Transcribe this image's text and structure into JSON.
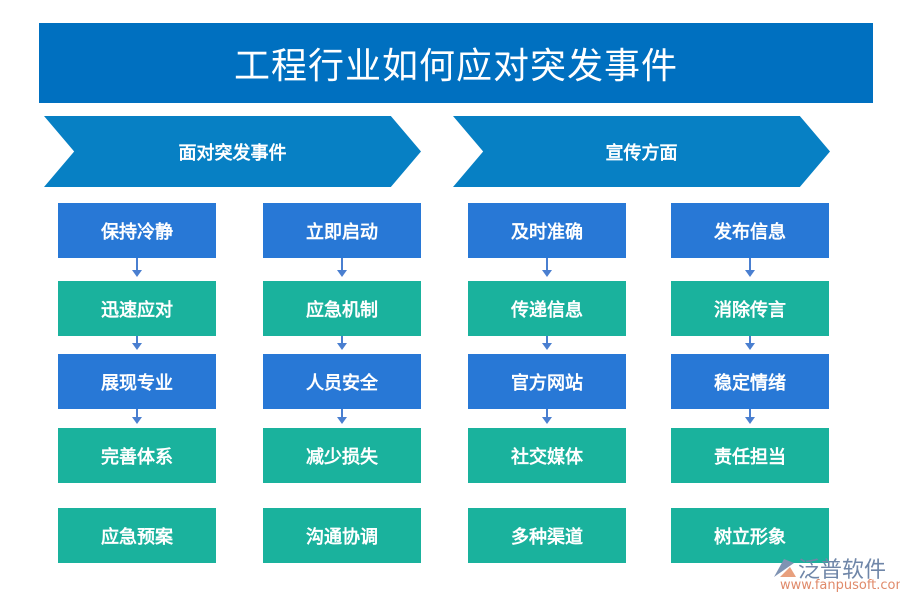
{
  "title": "工程行业如何应对突发事件",
  "sections": [
    {
      "label": "面对突发事件"
    },
    {
      "label": "宣传方面"
    }
  ],
  "columns": [
    [
      "保持冷静",
      "迅速应对",
      "展现专业",
      "完善体系",
      "应急预案"
    ],
    [
      "立即启动",
      "应急机制",
      "人员安全",
      "减少损失",
      "沟通协调"
    ],
    [
      "及时准确",
      "传递信息",
      "官方网站",
      "社交媒体",
      "多种渠道"
    ],
    [
      "发布信息",
      "消除传言",
      "稳定情绪",
      "责任担当",
      "树立形象"
    ]
  ],
  "colors": {
    "title": "#0070c0",
    "chevron": "#0780c4",
    "blue": "#2878d6",
    "teal": "#1ab29d"
  },
  "watermark": {
    "name": "泛普软件",
    "url": "www.fanpusoft.com"
  }
}
